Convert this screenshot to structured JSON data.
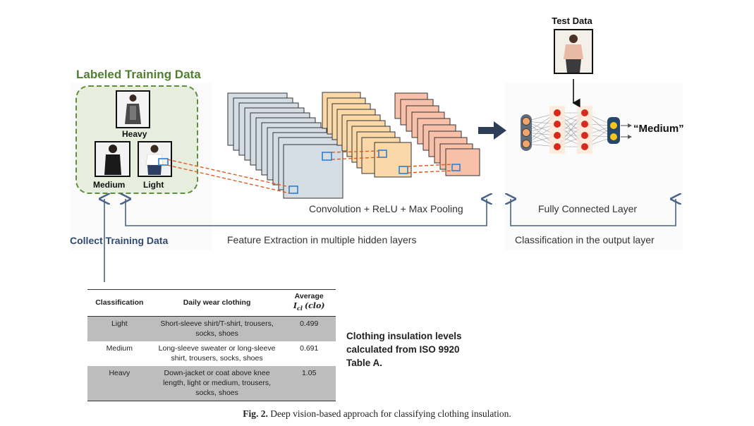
{
  "labeled_training_data": {
    "title": "Labeled Training Data",
    "images": [
      {
        "label": "Heavy"
      },
      {
        "label": "Medium"
      },
      {
        "label": "Light"
      }
    ]
  },
  "test_data": {
    "title": "Test Data"
  },
  "stages": {
    "conv_label": "Convolution + ReLU + Max Pooling",
    "fc_label": "Fully Connected Layer",
    "feature_extraction": "Feature Extraction in multiple hidden layers",
    "classification_output": "Classification in the output layer",
    "collect": "Collect Training Data",
    "output_value": "“Medium”"
  },
  "table": {
    "headers": {
      "col1": "Classification",
      "col2": "Daily wear clothing",
      "col3_line1": "Average",
      "col3_symbol": "I",
      "col3_sub": "cl",
      "col3_unit": "(clo)"
    },
    "rows": [
      {
        "classification": "Light",
        "clothing": "Short-sleeve shirt/T-shirt, trousers, socks, shoes",
        "value": "0.499"
      },
      {
        "classification": "Medium",
        "clothing": "Long-sleeve sweater or long-sleeve shirt, trousers, socks, shoes",
        "value": "0.691"
      },
      {
        "classification": "Heavy",
        "clothing": "Down-jacket or coat above knee length, light or medium, trousers, socks, shoes",
        "value": "1.05"
      }
    ]
  },
  "note": "Clothing insulation levels calculated from ISO 9920 Table A.",
  "caption": {
    "prefix": "Fig. 2.",
    "text": "Deep vision-based approach for classifying clothing insulation."
  },
  "colors": {
    "green_title": "#4f7f2f",
    "box_fill": "#e7eedd",
    "conv_grey": "#d4dce4",
    "conv_orange": "#fbd8a8",
    "conv_salmon": "#f8c0a8",
    "arrow_blue": "#4a6285",
    "neuron_red": "#d62a1e",
    "neuron_slate": "#5e6b7d",
    "neuron_yellow": "#f5c518"
  },
  "icons": [
    "person-photo",
    "arrow-right-icon",
    "arrow-up-icon",
    "arrow-down-icon",
    "neural-network-icon"
  ]
}
